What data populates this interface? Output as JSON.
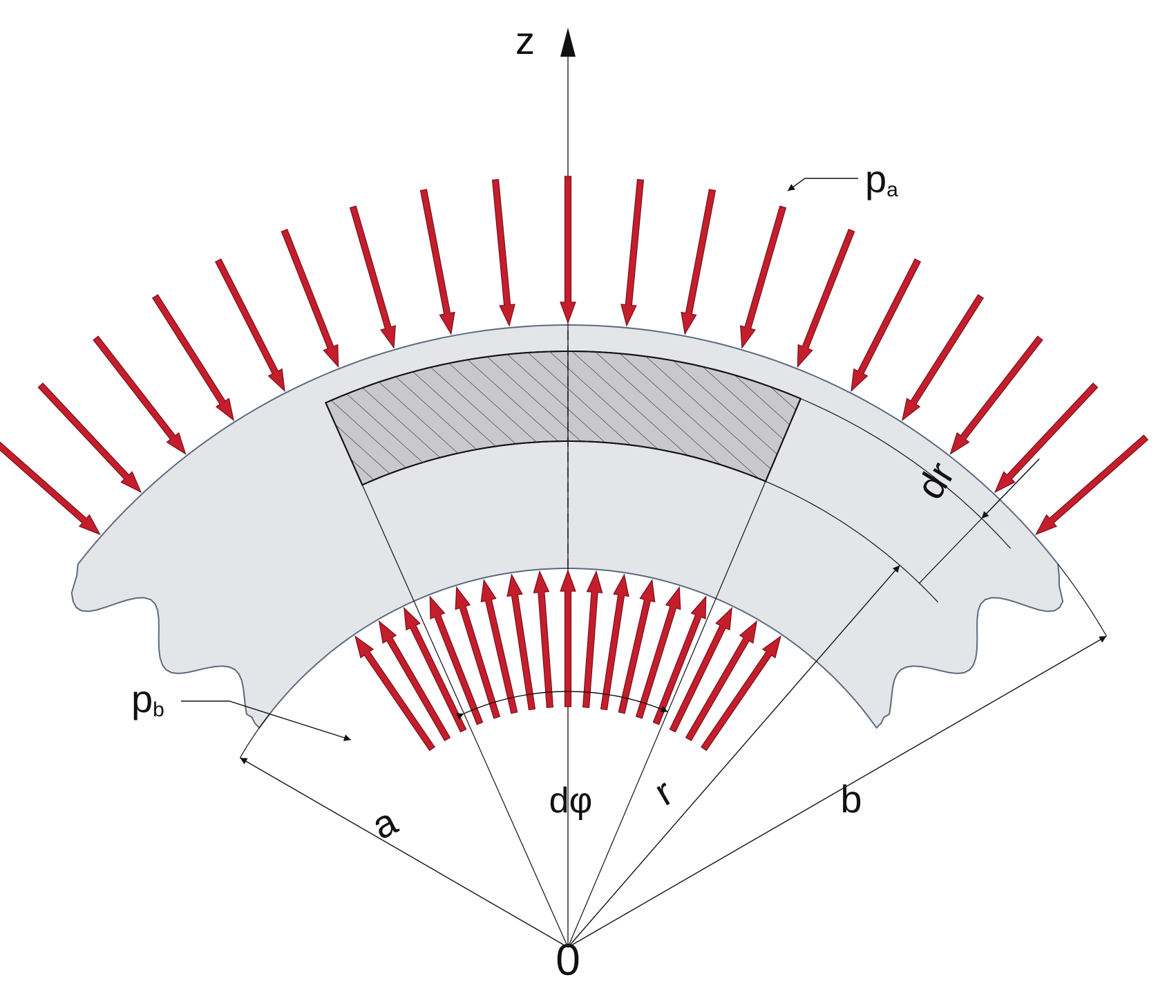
{
  "labels": {
    "z_axis": "z",
    "origin": "0",
    "outer_pressure_main": "p",
    "outer_pressure_sub": "a",
    "inner_pressure_main": "p",
    "inner_pressure_sub": "b",
    "inner_radius": "a",
    "outer_radius": "b",
    "element_radius": "r",
    "element_thickness": "dr",
    "element_angle": "dφ"
  },
  "colors": {
    "pressure_arrow": "#c41e2d",
    "pressure_arrow_edge": "#7a0f18",
    "body_fill": "#e4e5e8",
    "body_outline": "#5a6a80",
    "element_fill": "#c9c9cc",
    "line": "#111111"
  },
  "icons": {
    "pressure_arrows": "red-arrow-icon",
    "dimension_arrows": "arrowhead-icon"
  }
}
